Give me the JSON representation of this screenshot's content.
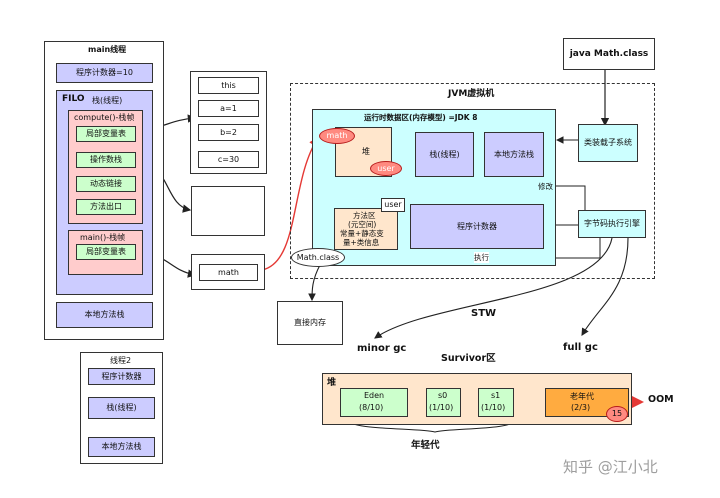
{
  "main_thread": {
    "title": "main线程",
    "pc_label": "程序计数器=10",
    "filo": "FILO",
    "stack_label": "栈(线程)",
    "compute_frame": {
      "title": "compute()-栈帧",
      "items": [
        "局部变量表",
        "操作数栈",
        "动态链接",
        "方法出口"
      ]
    },
    "main_frame": {
      "title": "main()-栈帧",
      "items": [
        "局部变量表"
      ]
    },
    "native_stack": "本地方法栈"
  },
  "locals_table": [
    "this",
    "a=1",
    "b=2",
    "c=30"
  ],
  "math_ref": "math",
  "thread2": {
    "title": "线程2",
    "items": [
      "程序计数器",
      "栈(线程)",
      "本地方法栈"
    ]
  },
  "jvm": {
    "title": "JVM虚拟机",
    "runtime_area_title": "运行时数据区(内存模型) =JDK 8",
    "heap_label": "堆",
    "heap_math": "math",
    "heap_user": "user",
    "stack_label": "栈(线程)",
    "native_stack_label": "本地方法栈",
    "method_area_lines": [
      "方法区",
      "(元空间)",
      "常量+静态变",
      "量+类信息"
    ],
    "user_tag": "user",
    "pc_label": "程序计数器",
    "class_loader": "类装载子系统",
    "exec_engine": "字节码执行引擎",
    "math_class": "Math.class",
    "modify_label": "修改",
    "execute_label": "执行"
  },
  "java_math_class": "java Math.class",
  "direct_memory": "直接内存",
  "stw": "STW",
  "minor_gc": "minor gc",
  "full_gc": "full gc",
  "survivor_label": "Survivor区",
  "heap_detail": {
    "title": "堆",
    "eden": [
      "Eden",
      "(8/10)"
    ],
    "s0": [
      "s0",
      "(1/10)"
    ],
    "s1": [
      "s1",
      "(1/10)"
    ],
    "old": [
      "老年代",
      "(2/3)"
    ],
    "age_badge": "15",
    "young_gen": "年轻代",
    "oom": "OOM"
  },
  "watermark": "知乎 @江小北"
}
